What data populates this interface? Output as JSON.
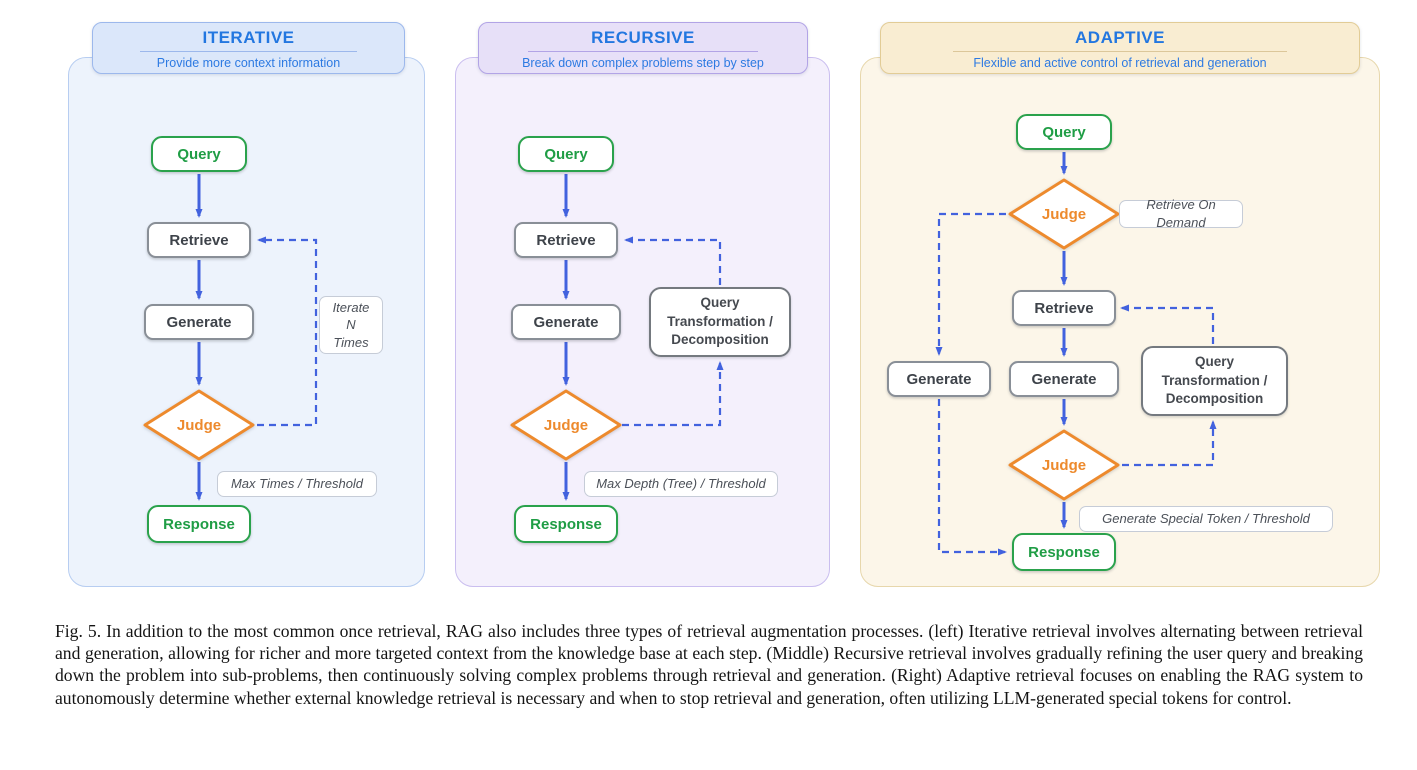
{
  "figure": {
    "caption": "Fig. 5.  In addition to the most common once retrieval, RAG also includes three types of retrieval augmentation processes. (left) Iterative retrieval involves alternating between retrieval and generation, allowing for richer and more targeted context from the knowledge base at each step. (Middle) Recursive retrieval involves gradually refining the user query and breaking down the problem into sub-problems, then continuously solving complex problems through retrieval and generation. (Right) Adaptive retrieval focuses on enabling the RAG system to autonomously determine whether external knowledge retrieval is necessary and when to stop retrieval and generation, often utilizing LLM-generated special tokens for control."
  },
  "colors": {
    "title_blue": "#2377e0",
    "arrow_blue": "#4262de",
    "node_green": "#2aa24c",
    "node_gray": "#898f97",
    "judge_orange": "#ed8a2d",
    "panel_iterative_bg": "#edf3fc",
    "panel_recursive_bg": "#f4f0fc",
    "panel_adaptive_bg": "#fcf6e9"
  },
  "panels": [
    {
      "title": "ITERATIVE",
      "subtitle": "Provide more context information",
      "nodes": {
        "query": "Query",
        "retrieve": "Retrieve",
        "generate": "Generate",
        "judge": "Judge",
        "response": "Response"
      },
      "labels": {
        "iterate": "Iterate\nN\nTimes",
        "threshold": "Max Times / Threshold"
      }
    },
    {
      "title": "RECURSIVE",
      "subtitle": "Break down complex problems step by step",
      "nodes": {
        "query": "Query",
        "retrieve": "Retrieve",
        "generate": "Generate",
        "judge": "Judge",
        "response": "Response",
        "transform": "Query Transformation /\nDecomposition"
      },
      "labels": {
        "threshold": "Max Depth (Tree) / Threshold"
      }
    },
    {
      "title": "ADAPTIVE",
      "subtitle": "Flexible and active control of retrieval and generation",
      "nodes": {
        "query": "Query",
        "judge1": "Judge",
        "retrieve": "Retrieve",
        "generate_left": "Generate",
        "generate": "Generate",
        "judge2": "Judge",
        "response": "Response",
        "transform": "Query\nTransformation /\nDecomposition"
      },
      "labels": {
        "on_demand": "Retrieve On Demand",
        "special_token": "Generate Special Token / Threshold"
      }
    }
  ]
}
